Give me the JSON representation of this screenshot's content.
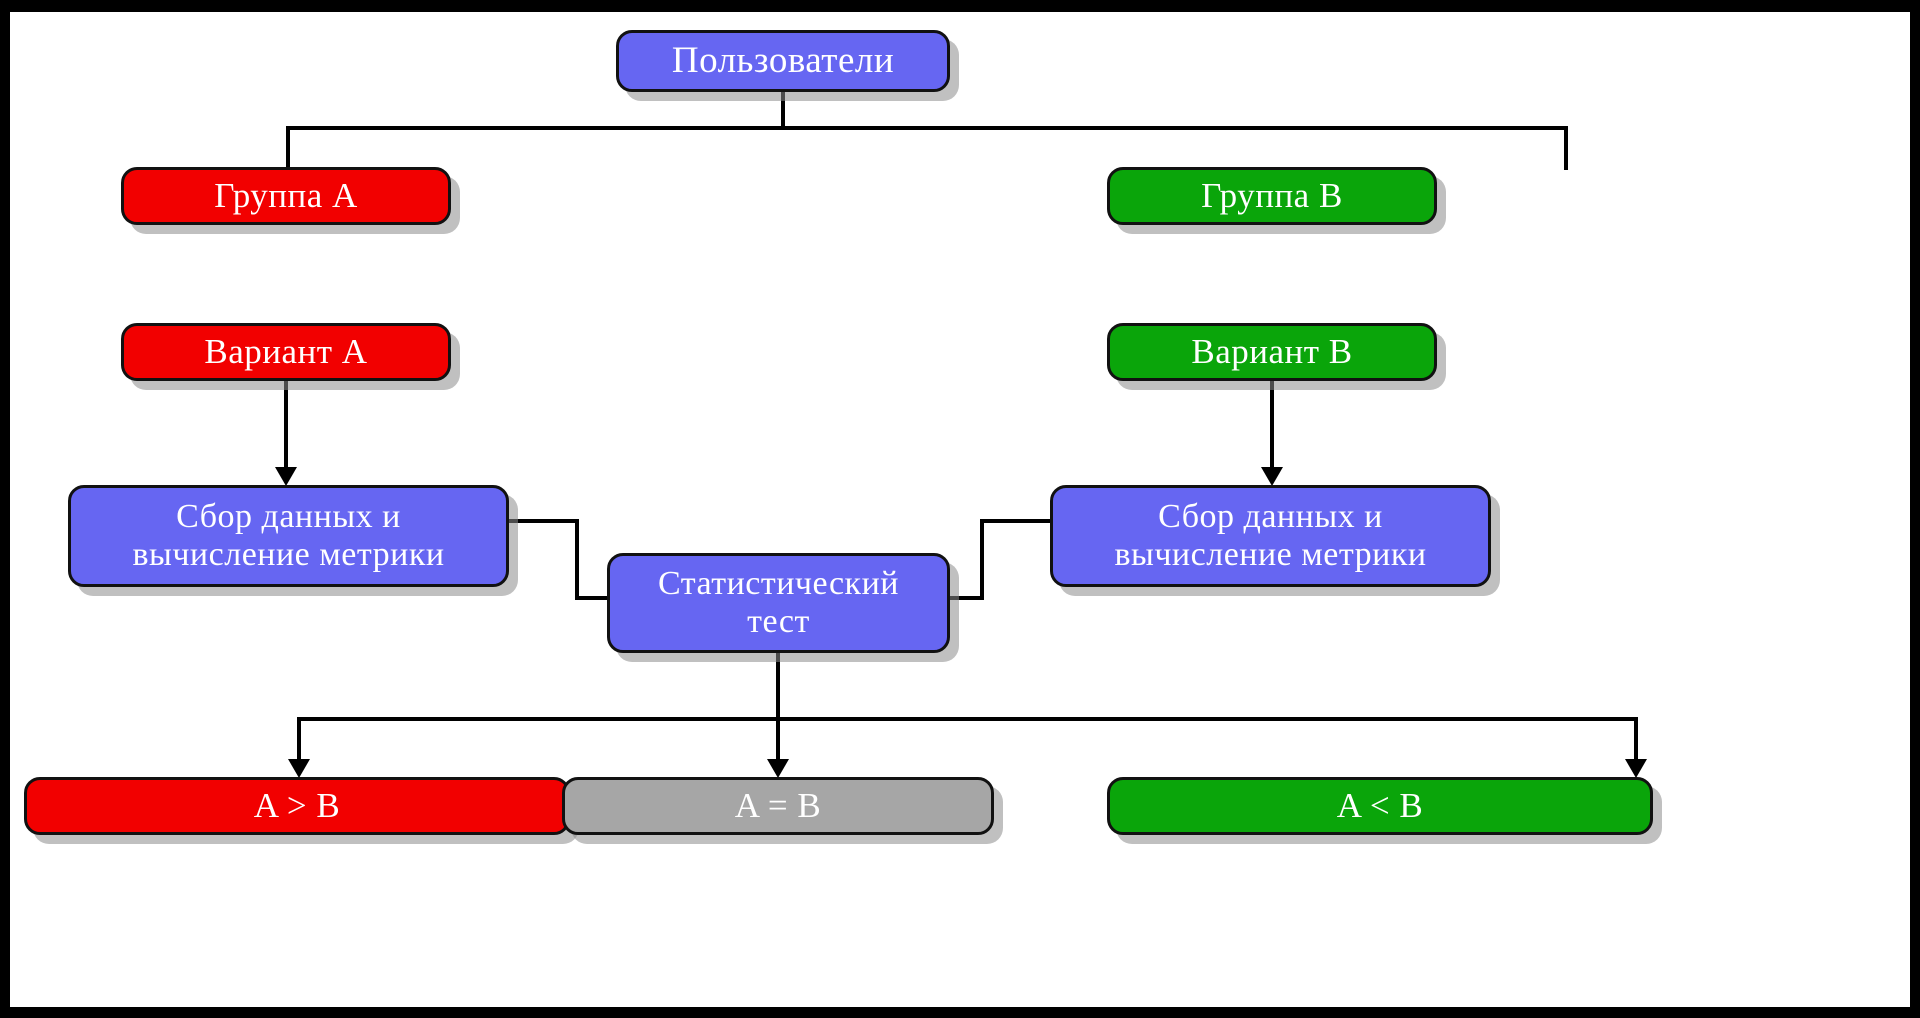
{
  "diagram": {
    "title": "A/B test flow",
    "colors": {
      "blue": "#6666f2",
      "red": "#f20000",
      "green": "#0aa50a",
      "gray": "#a6a6a6",
      "stroke": "#111111",
      "canvas": "#ffffff",
      "background": "#000000",
      "text": "#ffffff"
    },
    "nodes": {
      "users": "Пользователи",
      "group_a": "Группа A",
      "group_b": "Группа B",
      "variant_a": "Вариант A",
      "variant_b": "Вариант B",
      "collect_a": "Сбор данных и\nвычисление метрики",
      "collect_b": "Сбор данных и\nвычисление метрики",
      "stat_test": "Статистический\nтест",
      "result_greater": "A > B",
      "result_equal": "A = B",
      "result_less": "A < B"
    }
  }
}
